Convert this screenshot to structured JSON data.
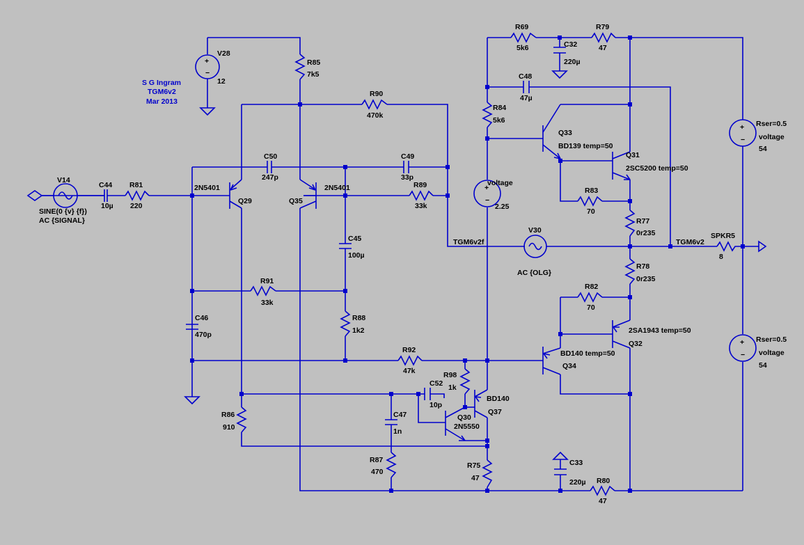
{
  "title_block": {
    "author": "S G Ingram",
    "design": "TGM6v2",
    "date": "Mar 2013"
  },
  "nets": {
    "in": "TGM6v2f",
    "out": "TGM6v2",
    "vmid": "voltage"
  },
  "colors": {
    "background": "#c0c0c0",
    "wire": "#0000cc",
    "label": "#000000",
    "note": "#0000cc"
  },
  "components": {
    "V28": {
      "name": "V28",
      "value": "12"
    },
    "V14": {
      "name": "V14",
      "line1": "SINE(0 {v} {f})",
      "line2": "AC {SIGNAL}"
    },
    "V30": {
      "name": "V30",
      "value": "AC {OLG}"
    },
    "Vbias": {
      "name": "voltage",
      "value": "2.25"
    },
    "VsupTop": {
      "name": "Rser=0.5",
      "line2": "voltage",
      "value": "54"
    },
    "VsupBot": {
      "name": "Rser=0.5",
      "line2": "voltage",
      "value": "54"
    },
    "C44": {
      "name": "C44",
      "value": "10µ"
    },
    "R81": {
      "name": "R81",
      "value": "220"
    },
    "R85": {
      "name": "R85",
      "value": "7k5"
    },
    "R90": {
      "name": "R90",
      "value": "470k"
    },
    "C50": {
      "name": "C50",
      "value": "247p"
    },
    "C49": {
      "name": "C49",
      "value": "33p"
    },
    "R89": {
      "name": "R89",
      "value": "33k"
    },
    "C45": {
      "name": "C45",
      "value": "100µ"
    },
    "R91": {
      "name": "R91",
      "value": "33k"
    },
    "C46": {
      "name": "C46",
      "value": "470p"
    },
    "R88": {
      "name": "R88",
      "value": "1k2"
    },
    "R92": {
      "name": "R92",
      "value": "47k"
    },
    "R86": {
      "name": "R86",
      "value": "910"
    },
    "C47": {
      "name": "C47",
      "value": "1n"
    },
    "R87": {
      "name": "R87",
      "value": "470"
    },
    "C52": {
      "name": "C52",
      "value": "10p"
    },
    "R98": {
      "name": "R98",
      "value": "1k"
    },
    "R75": {
      "name": "R75",
      "value": "47"
    },
    "C33": {
      "name": "C33",
      "value": "220µ"
    },
    "R80": {
      "name": "R80",
      "value": "47"
    },
    "R69": {
      "name": "R69",
      "value": "5k6"
    },
    "C32": {
      "name": "C32",
      "value": "220µ"
    },
    "R79": {
      "name": "R79",
      "value": "47"
    },
    "C48": {
      "name": "C48",
      "value": "47µ"
    },
    "R84": {
      "name": "R84",
      "value": "5k6"
    },
    "R83": {
      "name": "R83",
      "value": "70"
    },
    "R77": {
      "name": "R77",
      "value": "0r235"
    },
    "R78": {
      "name": "R78",
      "value": "0r235"
    },
    "R82": {
      "name": "R82",
      "value": "70"
    },
    "SPKR5": {
      "name": "SPKR5",
      "value": "8"
    },
    "Q29": {
      "name": "Q29",
      "model": "2N5401"
    },
    "Q35": {
      "name": "Q35",
      "model": "2N5401"
    },
    "Q33": {
      "name": "Q33",
      "model": "BD139 temp=50"
    },
    "Q31": {
      "name": "Q31",
      "model": "2SC5200 temp=50"
    },
    "Q32": {
      "name": "Q32",
      "model": "2SA1943 temp=50"
    },
    "Q34": {
      "name": "Q34",
      "model": "BD140 temp=50"
    },
    "Q37": {
      "name": "Q37",
      "model": "BD140"
    },
    "Q30": {
      "name": "Q30",
      "model": "2N5550"
    }
  }
}
